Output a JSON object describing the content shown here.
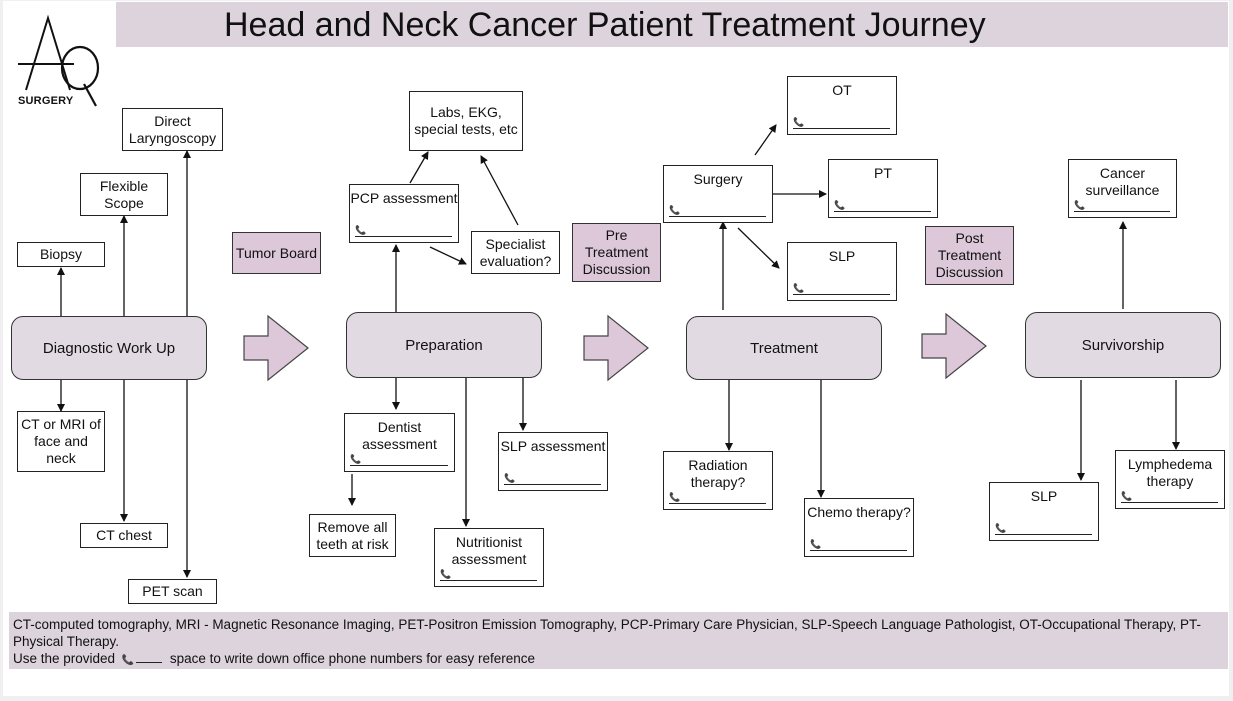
{
  "title": "Head and Neck Cancer Patient Treatment Journey",
  "logo": {
    "text": "SURGERY"
  },
  "phone_icon": "phone-icon",
  "stages": {
    "diagnostic": "Diagnostic Work Up",
    "preparation": "Preparation",
    "treatment": "Treatment",
    "survivorship": "Survivorship"
  },
  "discussions": {
    "tumor_board": "Tumor Board",
    "pre_treatment": "Pre Treatment Discussion",
    "post_treatment": "Post Treatment Discussion"
  },
  "diagnostic": {
    "direct_laryngoscopy": "Direct Laryngoscopy",
    "flexible_scope": "Flexible Scope",
    "biopsy": "Biopsy",
    "ct_mri": "CT or MRI of face and neck",
    "ct_chest": "CT chest",
    "pet_scan": "PET scan"
  },
  "preparation": {
    "labs": "Labs, EKG, special tests, etc",
    "pcp": "PCP assessment",
    "specialist": "Specialist evaluation?",
    "dentist": "Dentist assessment",
    "remove_teeth": "Remove all teeth at risk",
    "nutritionist": "Nutritionist assessment",
    "slp": "SLP assessment"
  },
  "treatment": {
    "surgery": "Surgery",
    "ot": "OT",
    "pt": "PT",
    "slp": "SLP",
    "radiation": "Radiation therapy?",
    "chemo": "Chemo therapy?"
  },
  "survivorship": {
    "surveillance": "Cancer surveillance",
    "slp": "SLP",
    "lymphedema": "Lymphedema therapy"
  },
  "footer": {
    "line1": "CT-computed tomography, MRI - Magnetic Resonance Imaging, PET-Positron Emission Tomography, PCP-Primary Care Physician, SLP-Speech Language Pathologist, OT-Occupational Therapy, PT-Physical Therapy.",
    "line2_prefix": "Use the provided",
    "line2_suffix": "space to write down office phone numbers for easy reference"
  }
}
